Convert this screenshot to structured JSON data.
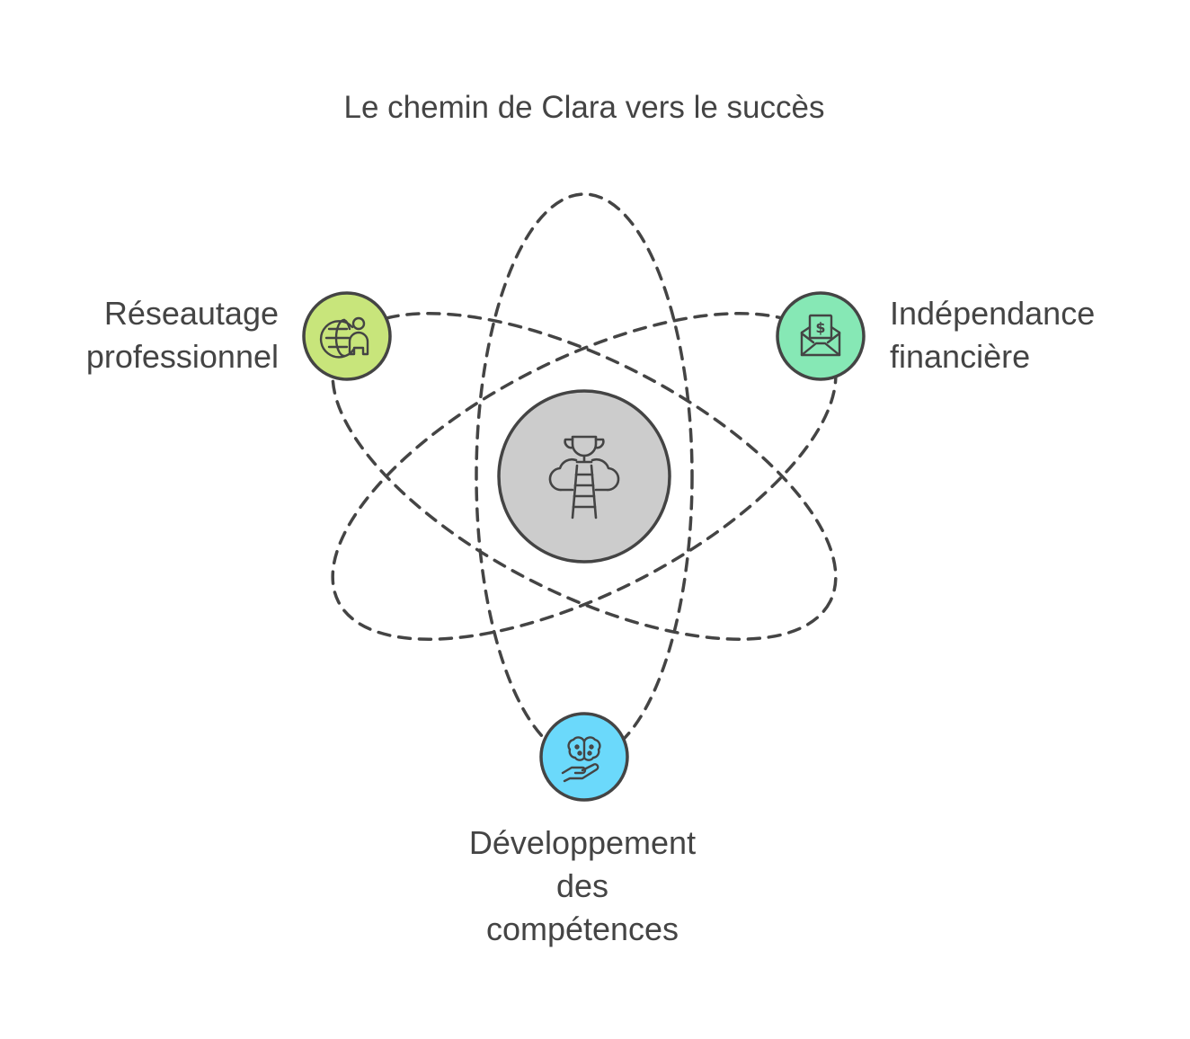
{
  "title": "Le chemin de Clara vers le succès",
  "center": {
    "icon": "trophy-ladder-icon",
    "color": "#cccccc"
  },
  "nodes": [
    {
      "id": "networking",
      "lines": [
        "Réseautage",
        "professionnel"
      ],
      "icon": "globe-person-icon",
      "color": "#c8e57b"
    },
    {
      "id": "financial",
      "lines": [
        "Indépendance",
        "financière"
      ],
      "icon": "money-envelope-icon",
      "color": "#86e8b5"
    },
    {
      "id": "skills",
      "lines": [
        "Développement",
        "des",
        "compétences"
      ],
      "icon": "brain-hand-icon",
      "color": "#6bd9fb"
    }
  ],
  "colors": {
    "stroke": "#444444",
    "text": "#444444",
    "background": "#ffffff"
  }
}
